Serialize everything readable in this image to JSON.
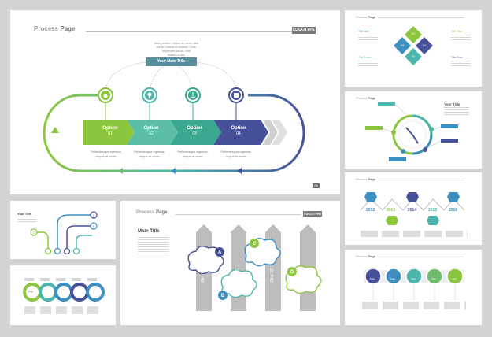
{
  "main_slide": {
    "header_prefix": "Process",
    "header_suffix": "Page",
    "logo": "LOGOTYPE",
    "intro": [
      "Nam pretium tellus eu arcu, sed",
      "tortor, luctus at cursus. Cras",
      "imperdiet lacus, non",
      "mattis ut elit."
    ],
    "main_title": "Your Main Title",
    "options": [
      {
        "label": "Option",
        "num": "01",
        "desc1": "Pellentesque egestas,",
        "desc2": "neque at amet."
      },
      {
        "label": "Option",
        "num": "02",
        "desc1": "Pellentesque egestas,",
        "desc2": "neque at amet."
      },
      {
        "label": "Option",
        "num": "03",
        "desc1": "Pellentesque egestas,",
        "desc2": "neque at amet."
      },
      {
        "label": "Option",
        "num": "04",
        "desc1": "Pellentesque egestas,",
        "desc2": "neque at amet."
      }
    ],
    "icons": [
      "money-bag-icon",
      "lightbulb-icon",
      "anchor-icon",
      "calendar-icon"
    ],
    "page_number": "04",
    "colors": {
      "green": "#8cc63f",
      "teal": "#4db6ac",
      "blue": "#3d8fc2",
      "navy": "#46519a",
      "grey": "#cfcfcf"
    }
  },
  "diamond_slide": {
    "header_prefix": "Process",
    "header_suffix": "Page",
    "titles": [
      "Title One",
      "Title Two",
      "Title Three",
      "Title Four"
    ],
    "nums": [
      "01",
      "02",
      "03",
      "04"
    ]
  },
  "clock_slide": {
    "header_prefix": "Process",
    "header_suffix": "Page",
    "title": "Your Title"
  },
  "years_slide": {
    "header_prefix": "Process",
    "header_suffix": "Page",
    "years": [
      "2012",
      "2013",
      "2014",
      "2015",
      "2016"
    ]
  },
  "circles_slide": {
    "header_prefix": "Process",
    "header_suffix": "Page",
    "circle_label": "Step"
  },
  "process_slide": {
    "header_prefix": "Process",
    "header_suffix": "Page",
    "logo": "LOGOTYPE",
    "main_title": "Main Title",
    "steps": [
      "Step 01",
      "Step 02",
      "Step 03",
      "Step 04"
    ],
    "letters": [
      "A",
      "B",
      "C",
      "D"
    ]
  },
  "tree_slide": {
    "title": "Your Title",
    "letters": [
      "A",
      "B",
      "C"
    ]
  },
  "rings_slide": {
    "ring_label": "Step"
  }
}
